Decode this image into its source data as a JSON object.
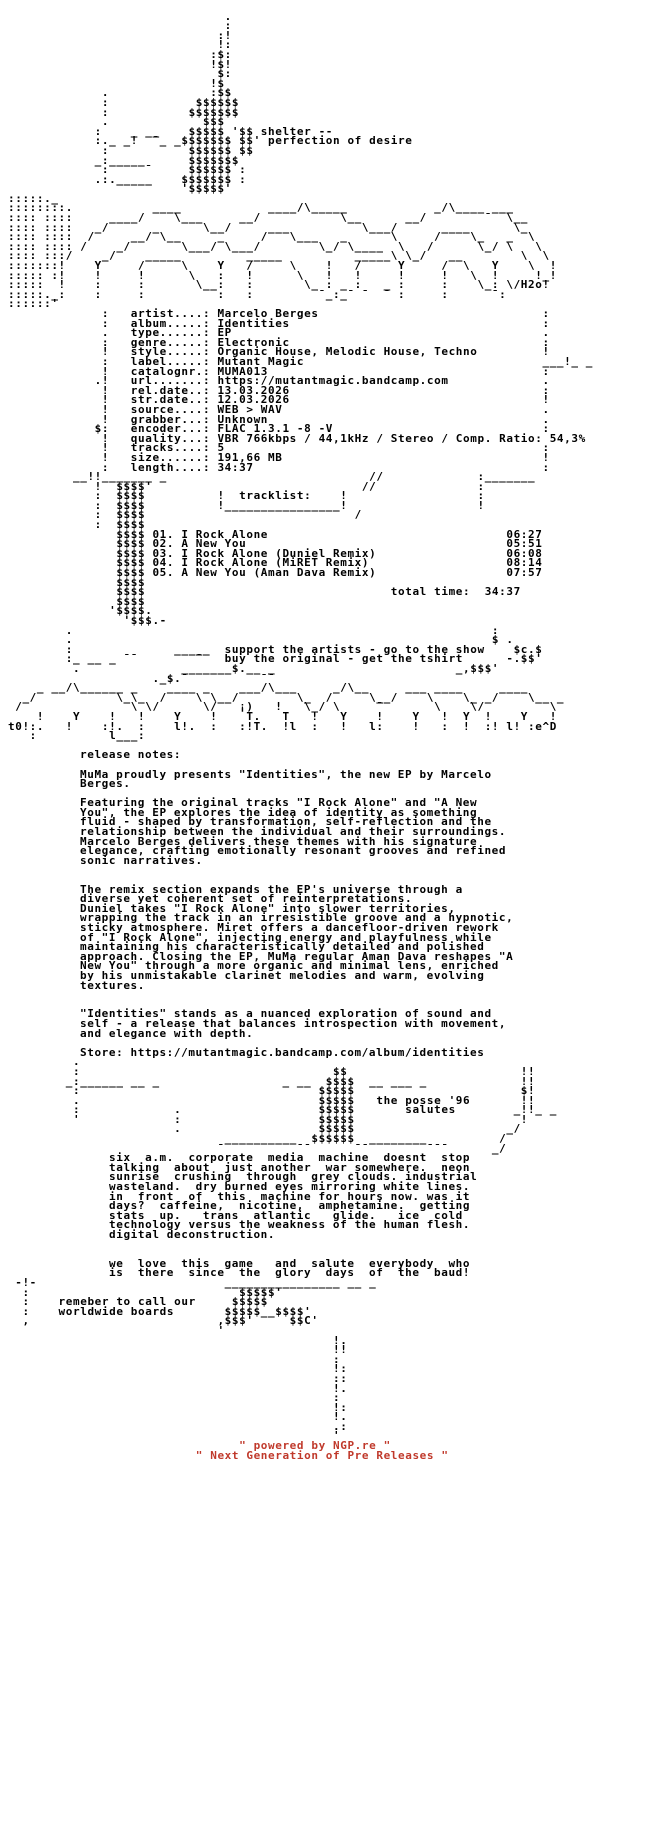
{
  "colors": {
    "background": "#ffffff",
    "text": "#000000",
    "footer_red": "#c0392b"
  },
  "art": {
    "shelter_logo": [
      "",
      "                              .",
      "                              :",
      "                             :!",
      "                             !:",
      "                            :$:",
      "                            !$!",
      "                             $:",
      "                            !$",
      "             .              :$$",
      "             :            $$$$$$",
      "             :           $$$$$$$",
      "             .             $$$",
      "            :    _ __    $$$$$ '$$ shelter --",
      "            :._ _!  ¯_ _$$$$$$$ $$' perfection of desire",
      "             :           $$$$$$ $$",
      "            _:_____      $$$$$$$",
      "             :     ¯     $$$$$$ :",
      "            .:._____    $$$$$$$ :",
      "                        '$$$$$'"
    ],
    "banner": [
      ":::::._",
      "::::::::.           ____            ____/\\_____            _/\\____ ___",
      ":::: ::::     ____/    \\___     __/           \\__      __/        ¯  \\__",
      ":::: ::::   _/      _      \\__/     ___          \\___/      ____      \\_",
      ":::: ::::  /     __/ \\__     _     /   \\___   _      \\     /    \\_   _  \\",
      ":::: :::: /    _/       \\___/ \\___/        \\_/ \\____  \\   /      \\_/ \\   \\",
      ":::: :::/    _/    _____         _____          _____\\ \\_/   __        \\  \\",
      ":::::::!    Y     /     \\    Y   /     \\    !   /     Y     /  \\   Y    \\  !",
      "::::: :!    !     !      \\   :   !      \\   !   !     !     !   \\  !     !_!",
      ":::::  !    :     :       \\__:   :       \\_ : _ :   _ :     :    \\_: \\/H2o!",
      ":::::._:    :     :          :   :         ¯_:_¯ ¯  ¯ :     :      ¯:",
      "::::::'"
    ],
    "support": [
      "        .                                                          :",
      "        .                                                          $ .",
      "        :              _____  support the artists - go to the show    $c.$",
      "        :_ __ _ ¯¯        ¯   buy the original - get the tshirt      -.$$'",
      "         .              _______$.__ _                         _,$$$'",
      "                    ._$.¯          ¯¯"
    ],
    "divider": [
      "    _ __/\\______ _    ____ _    ___/\\___     _/\\__     ___ ____     ____",
      "  _/           \\_\\_  /    \\ \\__/        \\_  /     \\__/    \\    \\_ _/    \\__ _",
      " /               \\ \\/      \\/   ¡)   !   \\_/ \\     ¯       \\    \\/         \\",
      "    !    Y    !   !    Y    !    T.   T   !   Y    !    Y   !  Y  !    Y   !",
      "t0!:.   !    :!.  :    l!.  :   :!T.  !l  :   !   l:    !   :  !  :! l! :e^D",
      "   :          l___:"
    ],
    "posse": [
      "         .",
      "         :                                   $$                        !!",
      "        _:______ __ _                 _ __  $$$$  __ ___ _             !!",
      "         :                                 $$$$$                       $!",
      "         .                                 $$$$$   the posse '96       !!",
      "         :             .                   $$$$$       salutes        _!!_ _",
      "         '             :                   $$$$$                       !",
      "                       .                   $$$$$                     _/",
      "                              __________  $$$$$$  ________          /",
      "                             ¯          ¯¯      ¯¯        ¯¯¯      _/"
    ],
    "boards": [
      " -!-                          ________________ __ _",
      "  :                             $$$$$'",
      "  :    remeber to call our     $$$$$",
      "  :    worldwide boards       $$$$$__$$$$'",
      "  ,                          ,$$$'     $$C'",
      "                             '"
    ],
    "tail": [
      "                                             !.",
      "                                             !!",
      "                                             :",
      "                                             !:",
      "                                             ::",
      "                                             !.",
      "                                             :",
      "                                             !:",
      "                                             !.",
      "                                             .:",
      "                                             '"
    ]
  },
  "release_info": {
    "block1": {
      "rows": [
        {
          "edge_left": " :",
          "label": "artist....:",
          "value": "Marcelo Berges",
          "edge_right": ":"
        },
        {
          "edge_left": " :",
          "label": "album.....:",
          "value": "Identities",
          "edge_right": ":"
        },
        {
          "edge_left": " .",
          "label": "type......:",
          "value": "EP",
          "edge_right": "."
        },
        {
          "edge_left": " :",
          "label": "genre.....:",
          "value": "Electronic",
          "edge_right": ":"
        },
        {
          "edge_left": " !",
          "label": "style.....:",
          "value": "Organic House, Melodic House, Techno",
          "edge_right": "!"
        },
        {
          "edge_left": " :",
          "label": "label.....:",
          "value": "Mutant Magic",
          "edge_right": "___!_ _"
        },
        {
          "edge_left": " !",
          "label": "catalognr.:",
          "value": "MUMA013",
          "edge_right": ":"
        }
      ]
    },
    "block2": {
      "rows": [
        {
          "edge_left": ".!",
          "label": "url.......:",
          "value": "https://mutantmagic.bandcamp.com",
          "edge_right": "."
        },
        {
          "edge_left": " !",
          "label": "rel.date..:",
          "value": "13.03.2026",
          "edge_right": ":"
        },
        {
          "edge_left": " !",
          "label": "str.date..:",
          "value": "12.03.2026",
          "edge_right": "!"
        },
        {
          "edge_left": " !",
          "label": "source....:",
          "value": "WEB > WAV",
          "edge_right": "."
        },
        {
          "edge_left": " !",
          "label": "grabber...:",
          "value": "Unknown",
          "edge_right": "."
        },
        {
          "edge_left": "$:",
          "label": "encoder...:",
          "value": "FLAC 1.3.1 -8 -V",
          "edge_right": ":"
        },
        {
          "edge_left": " !",
          "label": "quality...:",
          "value": "VBR 766kbps / 44,1kHz / Stereo / Comp. Ratio: 54,3%",
          "edge_right": ""
        },
        {
          "edge_left": " !",
          "label": "tracks....:",
          "value": "5",
          "edge_right": ":"
        },
        {
          "edge_left": " !",
          "label": "size......:",
          "value": "191,66 MB",
          "edge_right": "!"
        },
        {
          "edge_left": " :",
          "label": "length....:",
          "value": "34:37",
          "edge_right": ":"
        }
      ]
    }
  },
  "tracklist": {
    "column_glyph": "$$$$",
    "art_top": [
      "         __!!_______ _                            //             :_______",
      "            !  $$$$'                             //              :",
      "            :  $$$$          !  tracklist:    !                  :",
      "            :  $$$$          !________________!                  !",
      "            :  $$$$                             /",
      "            :  $$$$"
    ],
    "tracks": [
      {
        "num": "01",
        "title": "I Rock Alone",
        "time": "06:27"
      },
      {
        "num": "02",
        "title": "A New You",
        "time": "05:51"
      },
      {
        "num": "03",
        "title": "I Rock Alone (Duniel Remix)",
        "time": "06:08"
      },
      {
        "num": "04",
        "title": "I Rock Alone (MiRET Remix)",
        "time": "08:14"
      },
      {
        "num": "05",
        "title": "A New You (Aman Dava Remix)",
        "time": "07:57"
      }
    ],
    "art_mid": [
      "               $$$$"
    ],
    "total_label": "total time:",
    "total_time": "34:37",
    "art_bottom": [
      "               $$$$",
      "              '$$$$.",
      "                '$$$.-"
    ]
  },
  "release_notes": {
    "lines": [
      "",
      "release notes:",
      "",
      "MuMa proudly presents \"Identities\", the new EP by Marcelo",
      "Berges.",
      "",
      "Featuring the original tracks \"I Rock Alone\" and \"A New",
      "You\", the EP explores the idea of identity as something",
      "fluid - shaped by transformation, self-reflection and the",
      "relationship between the individual and their surroundings.",
      "Marcelo Berges delivers these themes with his signature",
      "elegance, crafting emotionally resonant grooves and refined",
      "sonic narratives.",
      "",
      "",
      "The remix section expands the EP's universe through a",
      "diverse yet coherent set of reinterpretations.",
      "Duniel takes \"I Rock Alone\" into slower territories,",
      "wrapping the track in an irresistible groove and a hypnotic,",
      "sticky atmosphere. Miret offers a dancefloor-driven rework",
      "of \"I Rock Alone\", injecting energy and playfulness while",
      "maintaining his characteristically detailed and polished",
      "approach. Closing the EP, MuMa regular Aman Dava reshapes \"A",
      "New You\" through a more organic and minimal lens, enriched",
      "by his unmistakable clarinet melodies and warm, evolving",
      "textures.",
      "",
      "",
      "\"Identities\" stands as a nuanced exploration of sound and",
      "self - a release that balances introspection with movement,",
      "and elegance with depth.",
      "",
      "Store: https://mutantmagic.bandcamp.com/album/identities"
    ]
  },
  "greets": {
    "lines": [
      "six  a.m.  corporate  media  machine  doesnt  stop",
      "talking  about  just another  war somewhere.  neon",
      "sunrise  crushing  through  grey clouds. industrial",
      "wasteland.  dry burned eyes mirroring white lines.",
      "in  front  of  this  machine for hours now. was it",
      "days?  caffeine,  nicotine,  amphetamine.  getting",
      "stats  up.   trans  atlantic   glide.   ice  cold",
      "technology versus the weakness of the human flesh.",
      "digital deconstruction.",
      "",
      "",
      "we  love  this  game   and  salute  everybody  who",
      "is  there  since  the  glory  days  of  the  baud!"
    ]
  },
  "footer": {
    "lines": [
      "                                \" powered by NGP.re \"",
      "                          \" Next Generation of Pre Releases \""
    ]
  }
}
